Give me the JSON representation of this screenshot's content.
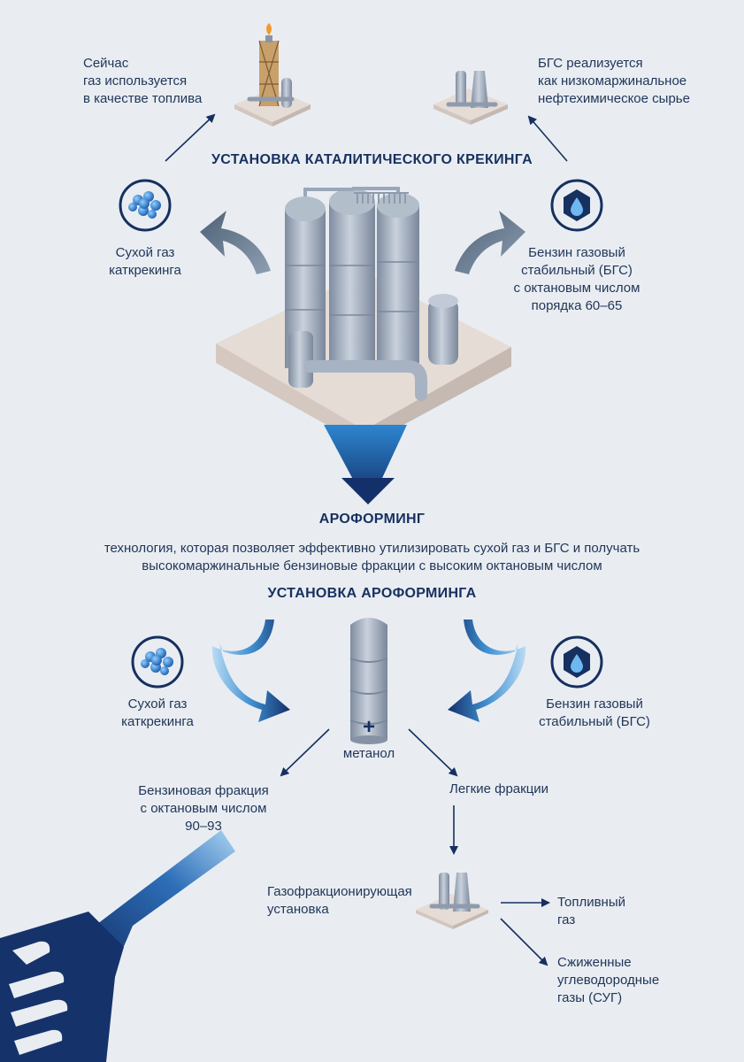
{
  "top": {
    "title": "УСТАНОВКА КАТАЛИТИЧЕСКОГО КРЕКИНГА",
    "left_note": [
      "Сейчас",
      "газ используется",
      "в качестве топлива"
    ],
    "right_note": [
      "БГС реализуется",
      "как низкомаржинальное",
      "нефтехимическое сырье"
    ],
    "dry_gas": [
      "Сухой газ",
      "каткрекинга"
    ],
    "gasoline": [
      "Бензин газовый",
      "стабильный (БГС)",
      "с октановым числом",
      "порядка 60–65"
    ]
  },
  "aroforming": {
    "title": "АРОФОРМИНГ",
    "description": [
      "технология, которая позволяет эффективно утилизировать сухой газ и БГС и получать",
      "высокомаржинальные бензиновые фракции с высоким октановым числом"
    ]
  },
  "unit": {
    "title": "УСТАНОВКА  АРОФОРМИНГА",
    "dry_gas": [
      "Сухой газ",
      "каткрекинга"
    ],
    "gasoline": [
      "Бензин газовый",
      "стабильный (БГС)"
    ],
    "plus": "+",
    "methanol": "метанол",
    "gasoline_fraction": [
      "Бензиновая фракция",
      "с октановым числом",
      "90–93"
    ],
    "light_fractions": "Легкие фракции",
    "gas_fractionation": [
      "Газофракционирующая",
      "установка"
    ],
    "fuel_gas": [
      "Топливный",
      "газ"
    ],
    "lpg": [
      "Сжиженные",
      "углеводородные",
      "газы (СУГ)"
    ]
  },
  "colors": {
    "background": "#e9edf2",
    "navy": "#16305f",
    "accent_blue": "#2f7fc6",
    "steel": "#9aa7b8",
    "platform": "#e6dcd6",
    "hand": "#16326a"
  },
  "icons": [
    "molecule-icon",
    "drop-hexagon-icon",
    "fuel-nozzle-icon",
    "flare-stack-icon",
    "storage-tanks-icon",
    "reactor-icon"
  ]
}
